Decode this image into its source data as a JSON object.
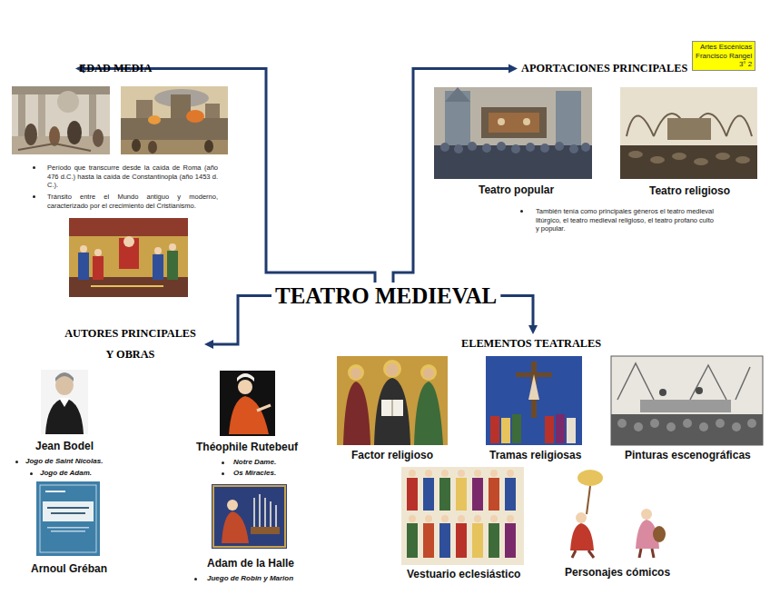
{
  "diagram": {
    "nodes": [
      {
        "text": [
          "Artes Escénicas",
          "Francisco Rangel",
          "3° 2"
        ]
      },
      {
        "text": [
          "TEATRO MEDIEVAL"
        ]
      },
      {
        "text": [
          "EDAD MEDIA"
        ]
      },
      {
        "text": [
          "APORTACIONES PRINCIPALES"
        ]
      },
      {
        "text": [
          "AUTORES PRINCIPALES Y OBRAS"
        ]
      },
      {
        "text": [
          "ELEMENTOS TEATRALES"
        ]
      }
    ],
    "edges": [
      {
        "from": 1,
        "to": 2,
        "arrow": "to"
      },
      {
        "from": 1,
        "to": 3,
        "arrow": "to"
      },
      {
        "from": 1,
        "to": 4,
        "arrow": "to"
      },
      {
        "from": 1,
        "to": 5,
        "arrow": "to"
      }
    ],
    "labels": [
      "Período que transcurre desde la caída de Roma (año 476 d.C.) hasta la caída de Constantinopla (año 1453 d. C.).",
      "Tránsito entre el Mundo antiguo y moderno, caracterizado por el crecimiento del Cristianismo.",
      "Teatro popular",
      "Teatro religioso",
      "También tenía como principales géneros el teatro medieval litúrgico, el teatro medieval religioso, el teatro profano culto y popular.",
      "Jean Bodel",
      "Jogo de Saint Nicolas.",
      "Jogo de Adam.",
      "Théophile Rutebeuf",
      "Notre Dame.",
      "Os Miracles.",
      "Arnoul Gréban",
      "Adam de la Halle",
      "Juego de Robin y Marion",
      "Factor religioso",
      "Tramas religiosas",
      "Pinturas escenográficas",
      "Vestuario eclesiástico",
      "Personajes cómicos"
    ]
  }
}
